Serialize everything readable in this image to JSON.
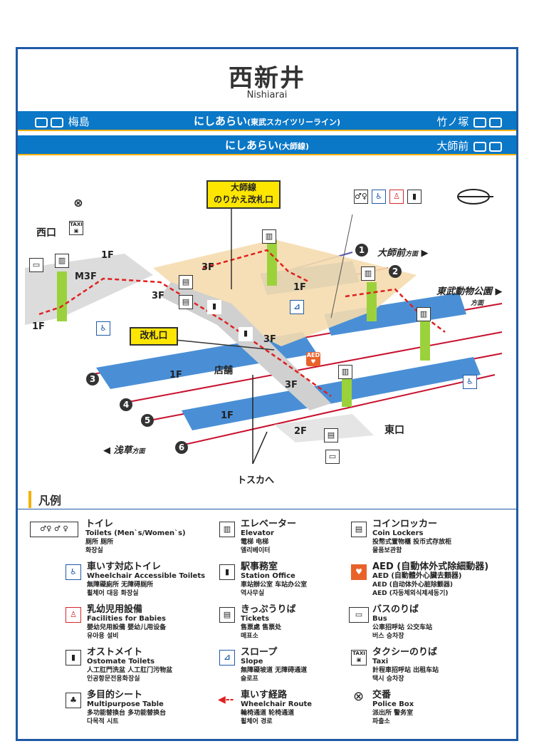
{
  "station": {
    "name_ja": "西新井",
    "name_en": "Nishiarai"
  },
  "lines": {
    "skytree": {
      "name": "にしあらい",
      "line": "(東武スカイツリーライン)",
      "left_station": "梅島",
      "right_station": "竹ノ塚"
    },
    "daishi": {
      "name": "にしあらい",
      "line": "(大師線)",
      "right_station": "大師前"
    }
  },
  "map": {
    "west_exit": "西口",
    "east_exit": "東口",
    "daishi_gate": "大師線\nのりかえ改札口",
    "ticket_gate": "改札口",
    "shops": "店舗",
    "to_tosuka": "トスカへ",
    "direction_daishimae": "大師前",
    "direction_tobu_zoo": "東武動物公園",
    "direction_asakusa": "浅草",
    "direction_suffix": "方面",
    "floors": {
      "f1": "1F",
      "f2": "2F",
      "f3": "3F",
      "m3f": "M3F"
    },
    "platforms": [
      "1",
      "2",
      "3",
      "4",
      "5",
      "6"
    ]
  },
  "legend": {
    "title": "凡例",
    "items": [
      {
        "ja": "トイレ",
        "en": "Toilets (Men`s/Women`s)",
        "zh": "厕所  厕所",
        "ko": "화장실"
      },
      {
        "ja": "車いす対応トイレ",
        "en": "Wheelchair Accessible Toilets",
        "zh": "無障礙廁所  无障碍厕所",
        "ko": "휠체어 대응 화장실"
      },
      {
        "ja": "乳幼児用設備",
        "en": "Facilities for Babies",
        "zh": "嬰幼兒用設備  婴幼儿用设备",
        "ko": "유아용 설비"
      },
      {
        "ja": "オストメイト",
        "en": "Ostomate Toilets",
        "zh": "人工肛門洗盆  人工肛门污物盆",
        "ko": "인공항문전용화장실"
      },
      {
        "ja": "多目的シート",
        "en": "Multipurpose Table",
        "zh": "多功能替換台  多功能替换台",
        "ko": "다목적 시트"
      },
      {
        "ja": "エレベーター",
        "en": "Elevator",
        "zh": "電梯  电梯",
        "ko": "엘리베이터"
      },
      {
        "ja": "駅事務室",
        "en": "Station Office",
        "zh": "車站辦公室  车站办公室",
        "ko": "역사무실"
      },
      {
        "ja": "きっぷうりば",
        "en": "Tickets",
        "zh": "售票處  售票处",
        "ko": "매표소"
      },
      {
        "ja": "スロープ",
        "en": "Slope",
        "zh": "無障礙坡道  无障碍通道",
        "ko": "슬로프"
      },
      {
        "ja": "車いす経路",
        "en": "Wheelchair Route",
        "zh": "輪椅通道  轮椅通道",
        "ko": "휠체어 경로"
      },
      {
        "ja": "コインロッカー",
        "en": "Coin Lockers",
        "zh": "投幣式置物櫃  投币式存放柜",
        "ko": "물품보관함"
      },
      {
        "ja": "AED (自動体外式除細動器)",
        "en": "AED (自動體外心臟去顫器)",
        "zh": "AED (自动体外心脏除颤器)",
        "ko": "AED (자동체외식제세동기)"
      },
      {
        "ja": "バスのりば",
        "en": "Bus",
        "zh": "公車招呼站  公交车站",
        "ko": "버스 승차장"
      },
      {
        "ja": "タクシーのりば",
        "en": "Taxi",
        "zh": "計程車招呼站  出租车站",
        "ko": "택시 승차장"
      },
      {
        "ja": "交番",
        "en": "Police Box",
        "zh": "派出所  警务室",
        "ko": "파출소"
      }
    ]
  },
  "icons": {
    "taxi": "TAXI",
    "aed": "AED"
  },
  "colors": {
    "accent": "#0a77c7",
    "frame": "#1f5aa6",
    "highlight": "#ffe600",
    "platform": "#4a8fd6",
    "track": "#c8102e",
    "route": "#e02020",
    "elevator": "#9bd23c"
  }
}
